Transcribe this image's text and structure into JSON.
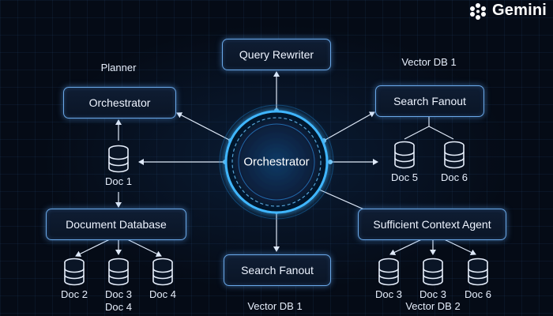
{
  "logo": {
    "text": "Gemini",
    "icon": "gemini-sparkle-icon"
  },
  "hub": {
    "label": "Orchestrator"
  },
  "nodes": {
    "query_rewriter": "Query Rewriter",
    "orchestrator_left": "Orchestrator",
    "search_fanout_right": "Search Fanout",
    "document_database": "Document Database",
    "search_fanout_bottom": "Search Fanout",
    "sufficient_context_agent": "Sufficient Context Agent"
  },
  "labels": {
    "planner": "Planner",
    "vector_db_1_top": "Vector DB 1",
    "vector_db_1_bottom": "Vector DB 1",
    "vector_db_2": "Vector DB 2",
    "doc4_extra": "Doc 4"
  },
  "docs": {
    "doc1": "Doc 1",
    "doc5": "Doc 5",
    "doc6_top": "Doc 6",
    "doc2": "Doc 2",
    "doc3_left": "Doc 3",
    "doc4": "Doc 4",
    "doc3_a": "Doc 3",
    "doc3_b": "Doc 3",
    "doc6_bottom": "Doc 6"
  },
  "colors": {
    "background": "#050b16",
    "accent": "#6aa8e8",
    "glow": "#3fb6ff",
    "text": "#eef4ff"
  }
}
